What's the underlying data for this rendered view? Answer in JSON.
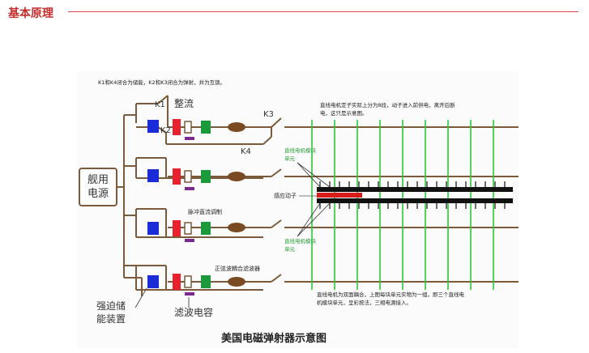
{
  "header": {
    "title": "基本原理"
  },
  "diagram": {
    "note_top": "K1和K4闭合为储能，K2和K3闭合为弹射，并为互锁。",
    "k1": "K1",
    "k2": "K2",
    "k3": "K3",
    "k4": "K4",
    "rectifier": "整流",
    "power_line1": "舰用",
    "power_line2": "电源",
    "pulse_regulator": "脉冲直流调制",
    "sine_filter": "正弦波耦合滤波器",
    "forced_storage_line1": "强迫储",
    "forced_storage_line2": "能装置",
    "filter_capacitor": "滤波电容",
    "caption": "美国电磁弹射器示意图",
    "note_right_line1": "直线电机定子实际上分为8段，动子进入前供电，离开后断",
    "note_right_line2": "电，这只是示意图。",
    "motor_module_top_line1": "直线电机模块",
    "motor_module_top_line2": "单元",
    "induction_mover": "感应动子",
    "motor_module_bottom_line1": "直线电机模块",
    "motor_module_bottom_line2": "单元",
    "note_bottom_line1": "直线电机为双面耦合，上图每块单元实物为一组，即三个直线电",
    "note_bottom_line2": "机模块单元，呈彩按法，三相电源接入。",
    "colors": {
      "wire": "#7a5a3a",
      "rectifier_block": "#e8212c",
      "input_block": "#1a2bd8",
      "inverter_block": "#1a9a3a",
      "filter_coil": "#7a4a22",
      "capacitor": "#7a2a8a",
      "stator_green": "#2ec83a",
      "mover_red": "#d81c1c",
      "label_green": "#2aa03a"
    }
  }
}
